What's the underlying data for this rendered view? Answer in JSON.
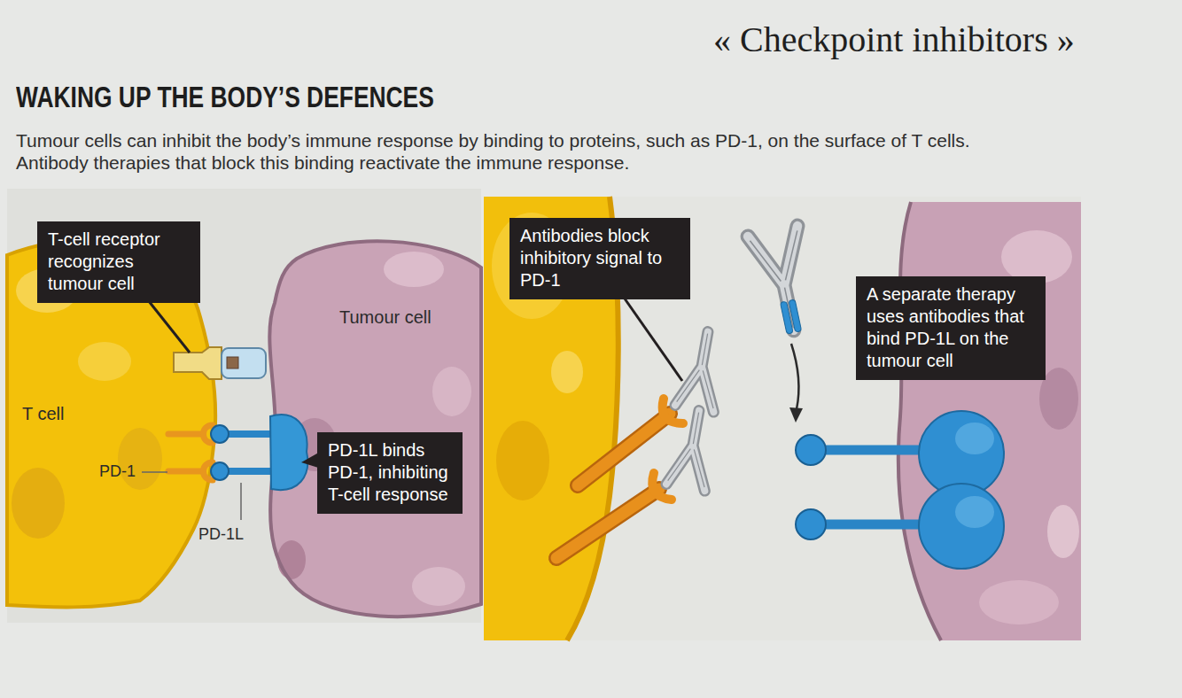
{
  "diagram": {
    "title": "WAKING UP THE BODY’S DEFENCES",
    "nodes": [
      {
        "text": [
          "T-cell receptor recognizes tumour cell"
        ]
      },
      {
        "text": [
          "Tumour cell"
        ]
      },
      {
        "text": [
          "T cell"
        ]
      },
      {
        "text": [
          "PD-1L binds PD-1, inhibiting T-cell response"
        ]
      },
      {
        "text": [
          "Antibodies block inhibitory signal to PD-1"
        ]
      },
      {
        "text": [
          "A separate therapy uses antibodies that bind PD-1L on the tumour cell"
        ]
      }
    ],
    "labels": [
      "« Checkpoint inhibitors »",
      "Tumour cells can inhibit the body’s immune response by binding to proteins, such as PD-1, on the surface of T cells. Antibody therapies that block this binding reactivate the immune response.",
      "PD-1",
      "PD-1L"
    ]
  }
}
